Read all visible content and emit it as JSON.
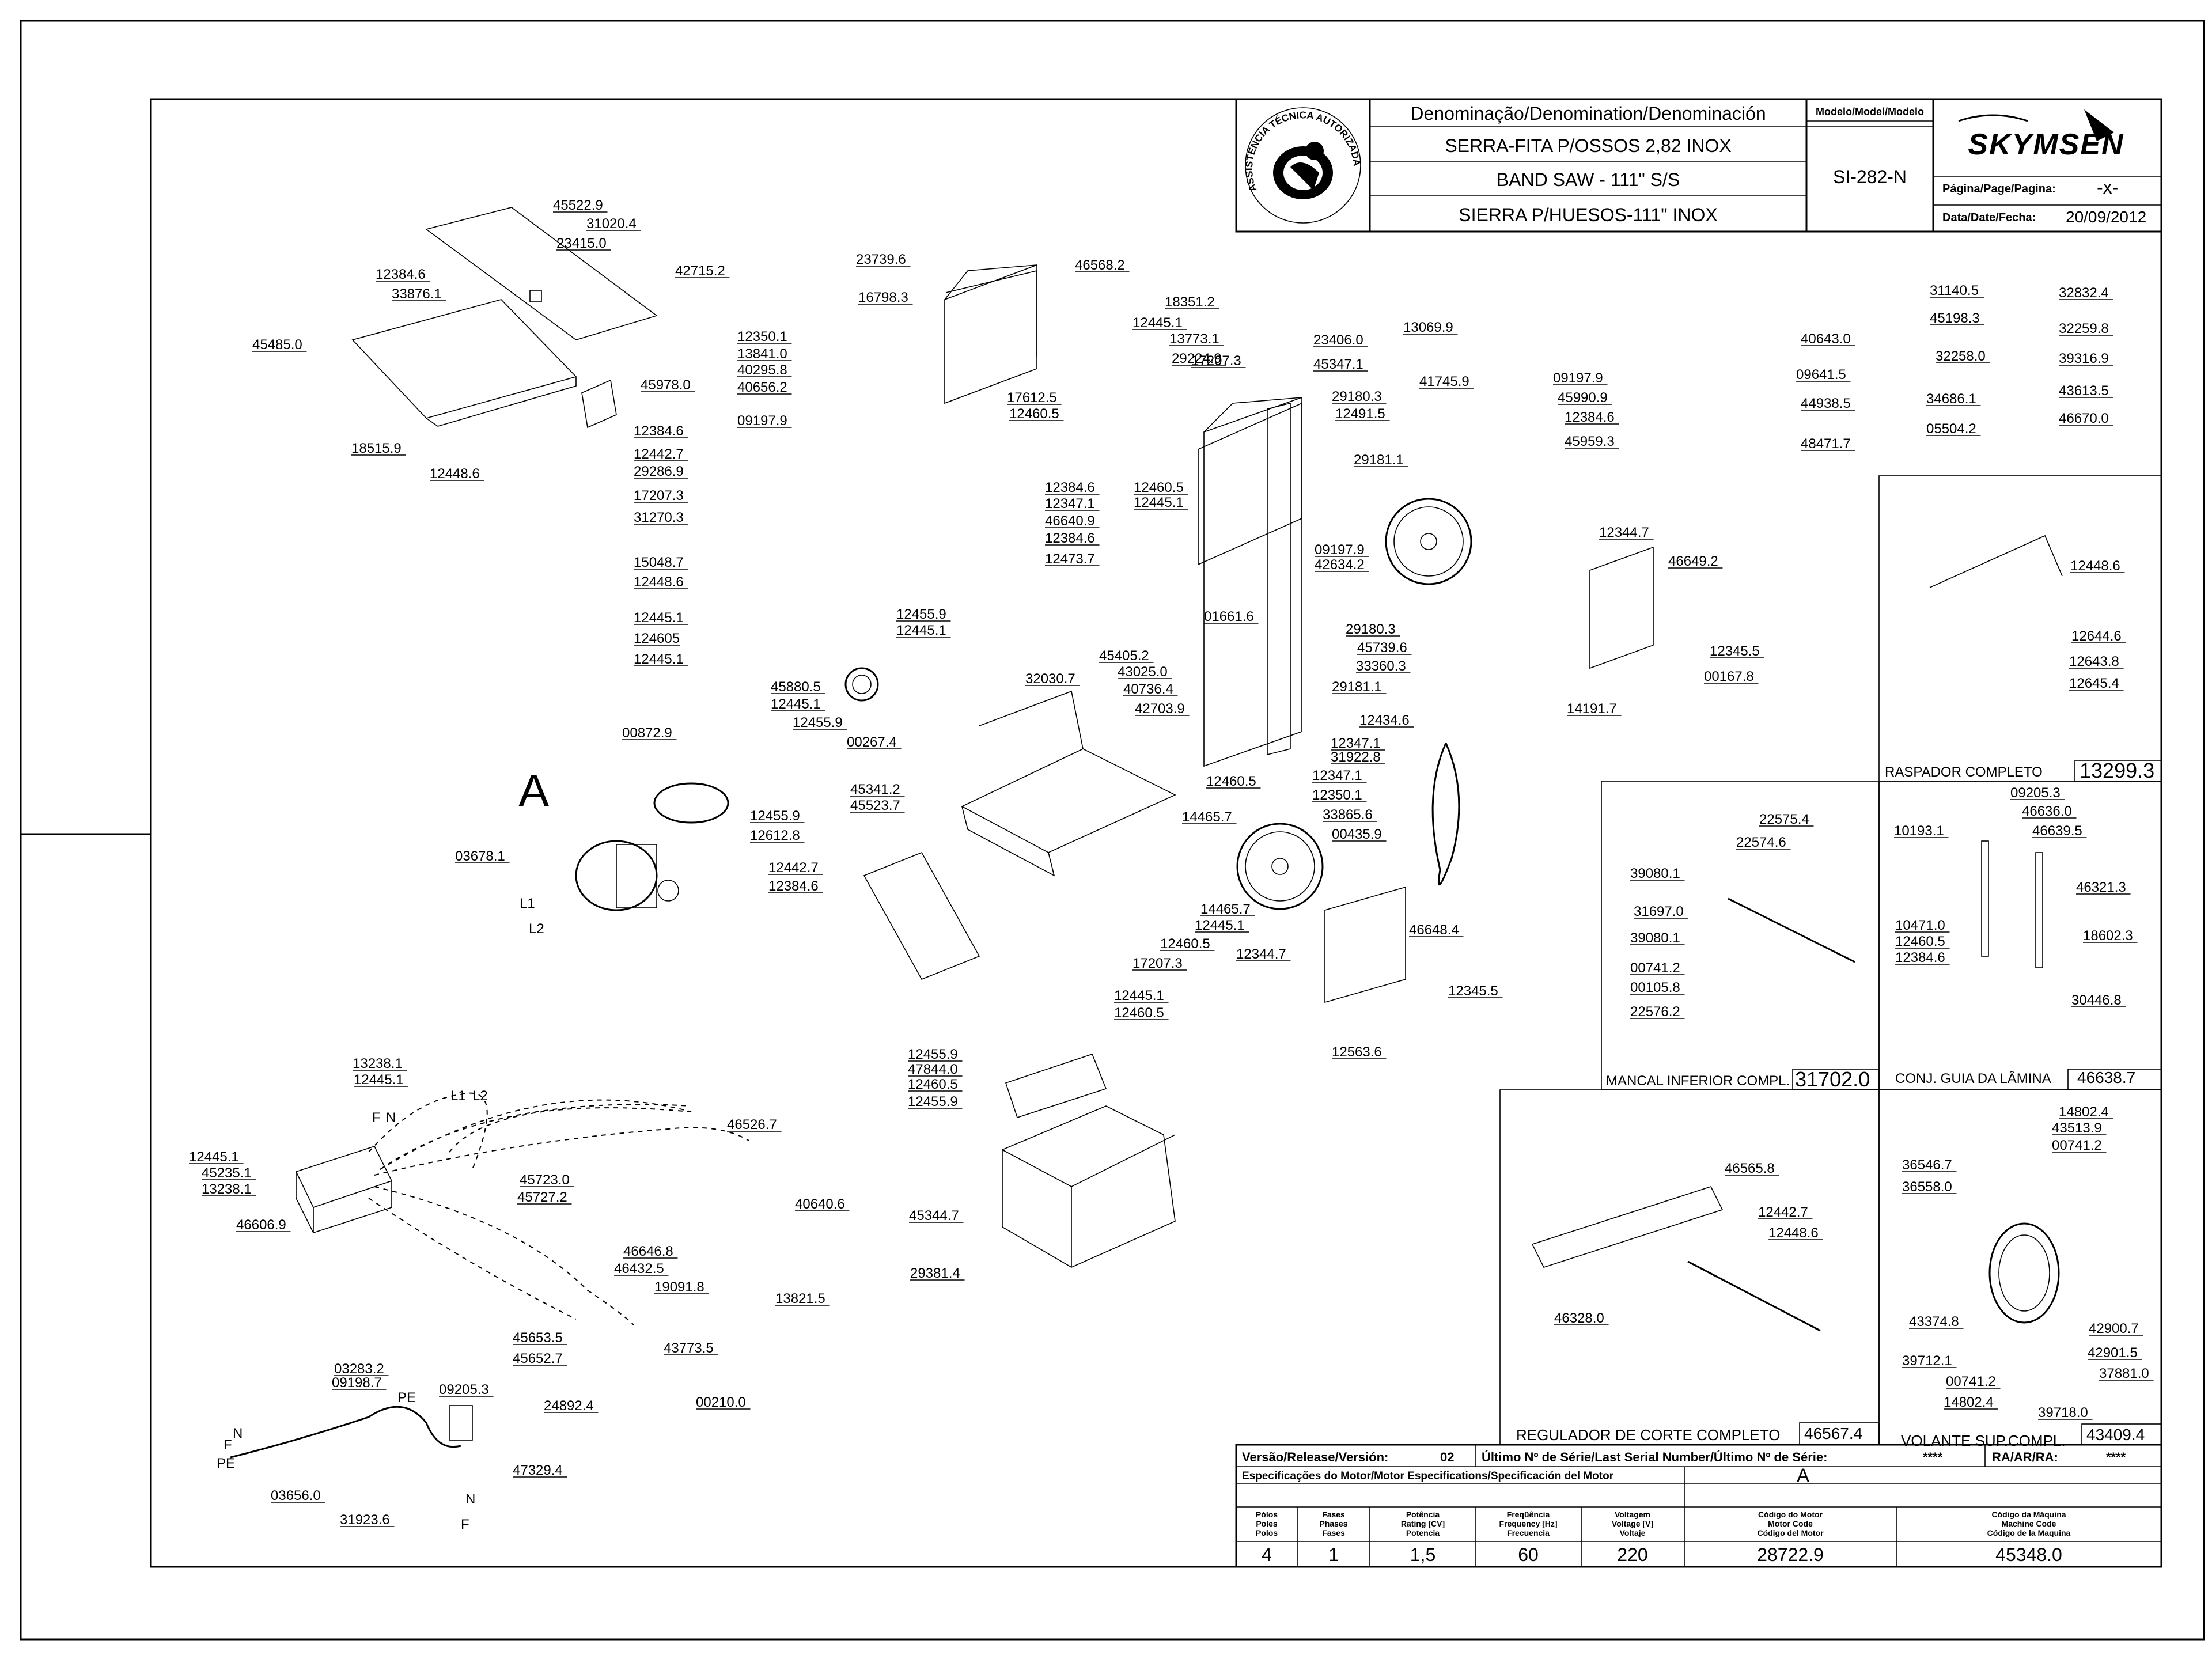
{
  "title_block": {
    "denomination_header": "Denominação/Denomination/Denominación",
    "name_pt": "SERRA-FITA P/OSSOS 2,82 INOX",
    "name_en": "BAND SAW - 111\" S/S",
    "name_es": "SIERRA P/HUESOS-111\" INOX",
    "model_header": "Modelo/Model/Modelo",
    "model": "SI-282-N",
    "brand": "SKYMSEN",
    "page_label": "Página/Page/Pagina:",
    "page_value": "-x-",
    "date_label": "Data/Date/Fecha:",
    "date_value": "20/09/2012",
    "seal_text": "ASSISTÊNCIA TÉCNICA AUTORIZADA"
  },
  "footer": {
    "version_label": "Versão/Release/Versión:",
    "version_value": "02",
    "serial_label": "Último Nº de Série/Last Serial Number/Último Nº de Série:",
    "serial_value": "****",
    "ra_label": "RA/AR/RA:",
    "ra_value": "****",
    "motor_spec_label": "Especificações do Motor/Motor Especifications/Specificación del Motor",
    "motor_letter": "A",
    "columns": [
      {
        "h1": "Pólos",
        "h2": "Poles",
        "h3": "Polos",
        "value": "4"
      },
      {
        "h1": "Fases",
        "h2": "Phases",
        "h3": "Fases",
        "value": "1"
      },
      {
        "h1": "Potência",
        "h2": "Rating [CV]",
        "h3": "Potencia",
        "value": "1,5"
      },
      {
        "h1": "Freqüência",
        "h2": "Frequency [Hz]",
        "h3": "Frecuencia",
        "value": "60"
      },
      {
        "h1": "Voltagem",
        "h2": "Voltage [V]",
        "h3": "Voltaje",
        "value": "220"
      },
      {
        "h1": "Código do Motor",
        "h2": "Motor Code",
        "h3": "Código del Motor",
        "value": "28722.9"
      },
      {
        "h1": "Código da Máquina",
        "h2": "Machine Code",
        "h3": "Código de la Maquina",
        "value": "45348.0"
      }
    ]
  },
  "assemblies": [
    {
      "label": "RASPADOR COMPLETO",
      "code": "13299.3"
    },
    {
      "label": "MANCAL INFERIOR COMPL.",
      "code": "31702.0"
    },
    {
      "label": "CONJ. GUIA DA LÂMINA",
      "code": "46638.7"
    },
    {
      "label": "REGULADOR DE CORTE COMPLETO",
      "code": "46567.4"
    },
    {
      "label": "VOLANTE SUP.COMPL.",
      "code": "43409.4"
    }
  ],
  "diagram_letters": {
    "motor": "A",
    "l1": "L1",
    "l2": "L2",
    "wire_l1": "L1",
    "wire_l2": "L2",
    "wire_f": "F",
    "wire_n": "N",
    "pe": "PE",
    "plug_f": "F",
    "plug_n": "N",
    "plug_pe": "PE",
    "out_n": "N",
    "out_f": "F"
  },
  "part_numbers": [
    "45522.9",
    "31020.4",
    "23415.0",
    "12384.6",
    "33876.1",
    "45485.0",
    "42715.2",
    "12350.1",
    "13841.0",
    "40295.8",
    "40656.2",
    "09197.9",
    "45978.0",
    "18515.9",
    "12448.6",
    "16798.3",
    "23739.6",
    "46568.2",
    "18351.2",
    "12445.1",
    "13773.1",
    "29224.9",
    "17207.3",
    "23406.0",
    "45347.1",
    "17612.5",
    "12460.5",
    "29180.3",
    "12491.5",
    "29181.1",
    "13069.9",
    "41745.9",
    "09197.9",
    "45990.9",
    "12384.6",
    "45959.3",
    "12384.6",
    "12442.7",
    "29286.9",
    "17207.3",
    "31270.3",
    "15048.7",
    "12448.6",
    "12445.1",
    "124605",
    "12445.1",
    "12384.6",
    "12347.1",
    "46640.9",
    "12384.6",
    "12473.7",
    "12460.5",
    "12445.1",
    "09197.9",
    "42634.2",
    "12455.9",
    "12445.1",
    "01661.6",
    "29180.3",
    "45739.6",
    "33360.3",
    "29181.1",
    "45405.2",
    "43025.0",
    "40736.4",
    "42703.9",
    "45880.5",
    "12445.1",
    "12455.9",
    "00267.4",
    "32030.7",
    "12434.6",
    "12347.1",
    "31922.8",
    "12347.1",
    "12350.1",
    "12460.5",
    "00872.9",
    "45341.2",
    "45523.7",
    "14465.7",
    "33865.6",
    "00435.9",
    "12455.9",
    "12612.8",
    "12442.7",
    "12384.6",
    "03678.1",
    "14465.7",
    "12445.1",
    "12460.5",
    "17207.3",
    "12344.7",
    "46649.2",
    "12345.5",
    "00167.8",
    "14191.7",
    "46648.4",
    "12344.7",
    "12345.5",
    "12563.6",
    "12445.1",
    "12460.5",
    "12455.9",
    "47844.0",
    "12460.5",
    "12455.9",
    "45344.7",
    "29381.4",
    "13238.1",
    "12445.1",
    "12445.1",
    "45235.1",
    "13238.1",
    "46606.9",
    "46526.7",
    "45723.0",
    "45727.2",
    "40640.6",
    "46646.8",
    "46432.5",
    "19091.8",
    "45653.5",
    "45652.7",
    "43773.5",
    "13821.5",
    "24892.4",
    "03283.2",
    "09198.7",
    "09205.3",
    "00210.0",
    "47329.4",
    "03656.0",
    "31923.6",
    "40643.0",
    "09641.5",
    "44938.5",
    "48471.7",
    "31140.5",
    "45198.3",
    "32258.0",
    "34686.1",
    "05504.2",
    "32832.4",
    "32259.8",
    "39316.9",
    "43613.5",
    "46670.0",
    "12448.6",
    "12644.6",
    "12643.8",
    "12645.4",
    "22575.4",
    "22574.6",
    "39080.1",
    "31697.0",
    "39080.1",
    "00741.2",
    "00105.8",
    "22576.2",
    "10193.1",
    "09205.3",
    "46636.0",
    "46639.5",
    "46321.3",
    "10471.0",
    "12460.5",
    "12384.6",
    "18602.3",
    "30446.8",
    "46565.8",
    "12442.7",
    "12448.6",
    "46328.0",
    "14802.4",
    "43513.9",
    "00741.2",
    "36546.7",
    "36558.0",
    "43374.8",
    "42900.7",
    "42901.5",
    "39712.1",
    "00741.2",
    "37881.0",
    "14802.4",
    "39718.0"
  ]
}
